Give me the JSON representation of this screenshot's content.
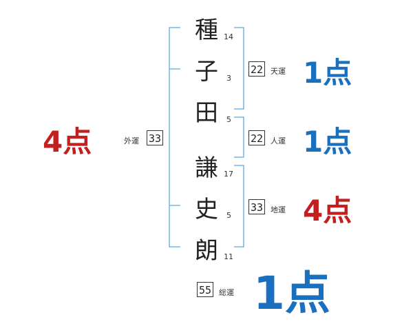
{
  "name": {
    "characters": [
      {
        "char": "種",
        "strokes": "14"
      },
      {
        "char": "子",
        "strokes": "3"
      },
      {
        "char": "田",
        "strokes": "5"
      },
      {
        "char": "謙",
        "strokes": "17"
      },
      {
        "char": "史",
        "strokes": "5"
      },
      {
        "char": "朗",
        "strokes": "11"
      }
    ]
  },
  "fortunes": {
    "ten": {
      "label": "天運",
      "value": "22",
      "score": "1点"
    },
    "jin": {
      "label": "人運",
      "value": "22",
      "score": "1点"
    },
    "chi": {
      "label": "地運",
      "value": "33",
      "score": "4点"
    },
    "gai": {
      "label": "外運",
      "value": "33",
      "score": "4点"
    },
    "total": {
      "label": "総運",
      "value": "55",
      "score": "1点"
    }
  },
  "colors": {
    "bracket": "#74b6e3",
    "score_good": "#1a6fbe",
    "score_bad": "#c21f1f",
    "text": "#222222"
  }
}
